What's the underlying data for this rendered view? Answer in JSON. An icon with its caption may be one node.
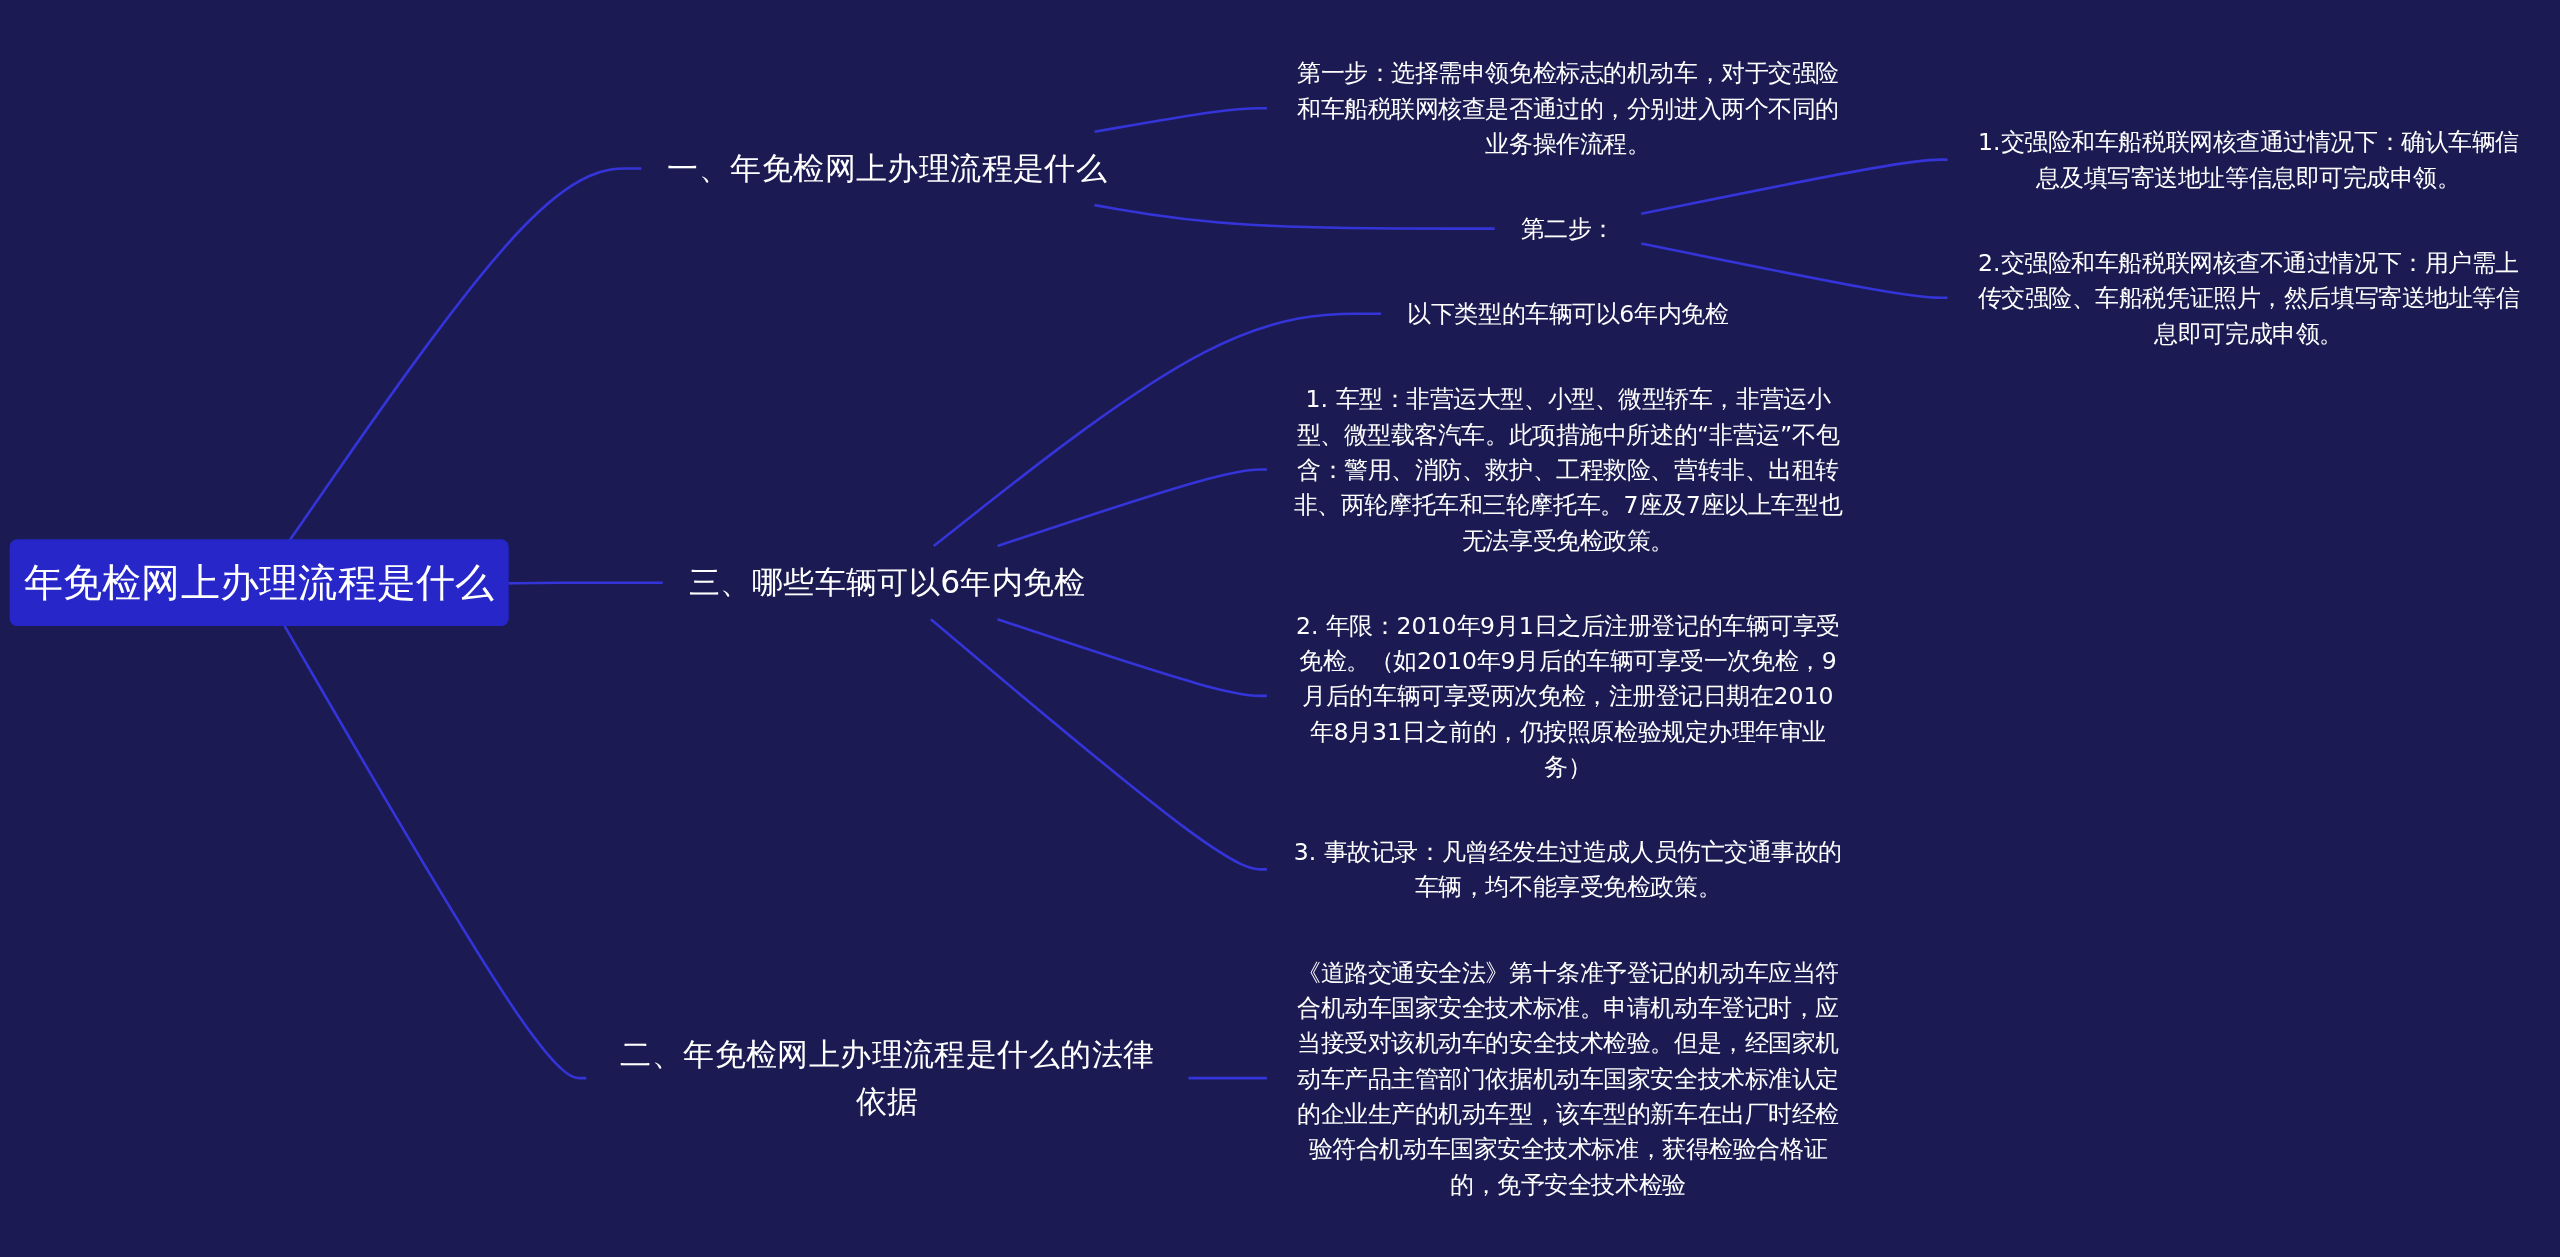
{
  "diagram": {
    "nodes": [
      {
        "text": [
          "年免检网上办理流程是什么"
        ]
      },
      {
        "text": [
          "一、年免检网上办理流程是什么"
        ]
      },
      {
        "text": [
          "第一步：选择需申领免检标志的机动车，对于交强险和车船税联网核查是否通过的，分别进入两个不同的业务操作流程。"
        ]
      },
      {
        "text": [
          "第二步："
        ]
      },
      {
        "text": [
          "1.交强险和车船税联网核查通过情况下：确认车辆信息及填写寄送地址等信息即可完成申领。"
        ]
      },
      {
        "text": [
          "2.交强险和车船税联网核查不通过情况下：用户需上传交强险、车船税凭证照片，然后填写寄送地址等信息即可完成申领。"
        ]
      },
      {
        "text": [
          "三、哪些车辆可以6年内免检"
        ]
      },
      {
        "text": [
          "以下类型的车辆可以6年内免检"
        ]
      },
      {
        "text": [
          "1. 车型：非营运大型、小型、微型轿车，非营运小型、微型载客汽车。此项措施中所述的“非营运”不包含：警用、消防、救护、工程救险、营转非、出租转非、两轮摩托车和三轮摩托车。7座及7座以上车型也无法享受免检政策。"
        ]
      },
      {
        "text": [
          "2. 年限：2010年9月1日之后注册登记的车辆可享受免检。（如2010年9月后的车辆可享受一次免检，9月后的车辆可享受两次免检，注册登记日期在2010年8月31日之前的，仍按照原检验规定办理年审业务）"
        ]
      },
      {
        "text": [
          "3. 事故记录：凡曾经发生过造成人员伤亡交通事故的车辆，均不能享受免检政策。"
        ]
      },
      {
        "text": [
          "二、年免检网上办理流程是什么的法律依据"
        ]
      },
      {
        "text": [
          "《道路交通安全法》第十条准予登记的机动车应当符合机动车国家安全技术标准。申请机动车登记时，应当接受对该机动车的安全技术检验。但是，经国家机动车产品主管部门依据机动车国家安全技术标准认定的企业生产的机动车型，该车型的新车在出厂时经检验符合机动车国家安全技术标准，获得检验合格证的，免予安全技术检验"
        ]
      }
    ],
    "edges": [
      {
        "from": 0,
        "to": 1,
        "arrow": "none"
      },
      {
        "from": 1,
        "to": 2,
        "arrow": "none"
      },
      {
        "from": 1,
        "to": 3,
        "arrow": "none"
      },
      {
        "from": 3,
        "to": 4,
        "arrow": "none"
      },
      {
        "from": 3,
        "to": 5,
        "arrow": "none"
      },
      {
        "from": 0,
        "to": 6,
        "arrow": "none"
      },
      {
        "from": 6,
        "to": 7,
        "arrow": "none"
      },
      {
        "from": 6,
        "to": 8,
        "arrow": "none"
      },
      {
        "from": 6,
        "to": 9,
        "arrow": "none"
      },
      {
        "from": 6,
        "to": 10,
        "arrow": "none"
      },
      {
        "from": 0,
        "to": 11,
        "arrow": "none"
      },
      {
        "from": 11,
        "to": 12,
        "arrow": "none"
      }
    ]
  }
}
